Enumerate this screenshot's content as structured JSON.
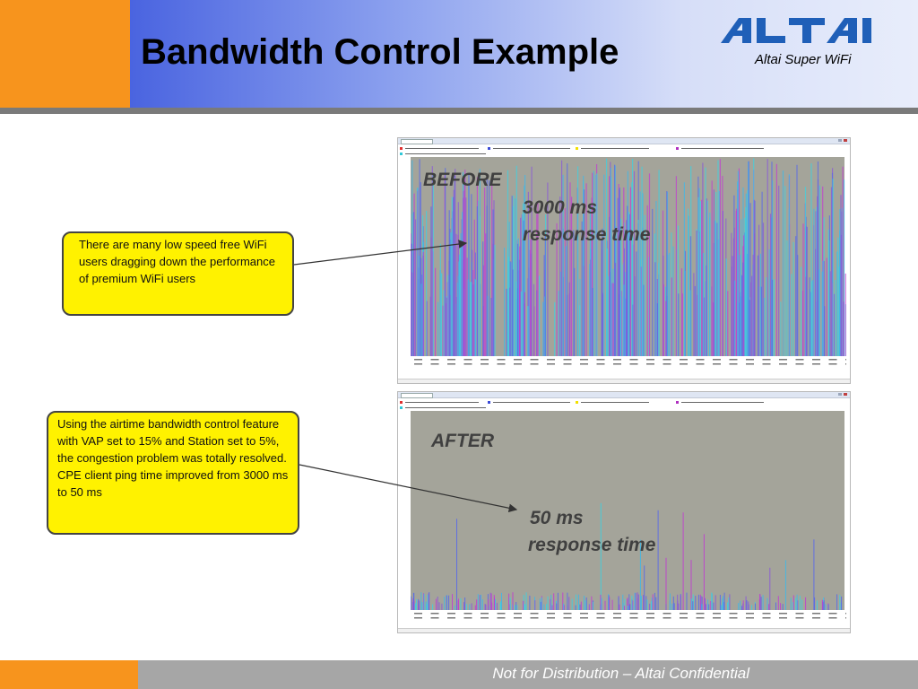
{
  "header": {
    "title": "Bandwidth Control Example",
    "tagline": "Altai Super WiFi",
    "logo_text": "ALTAI",
    "colors": {
      "orange": "#f7941d",
      "blue": "#4a64e0",
      "logo_blue": "#1f5fb8"
    }
  },
  "callouts": {
    "before": "There are many low speed free WiFi users dragging down the performance of premium WiFi users",
    "after": "Using the airtime bandwidth control feature with VAP set to 15% and Station set to 5%, the congestion problem was totally resolved. CPE client ping time improved from 3000 ms to 50 ms"
  },
  "before": {
    "label": "BEFORE",
    "value": "3000 ms",
    "unit": "response time"
  },
  "after": {
    "label": "AFTER",
    "value": "50 ms",
    "unit": "response time"
  },
  "footer": {
    "text": "Not for Distribution – Altai Confidential"
  }
}
